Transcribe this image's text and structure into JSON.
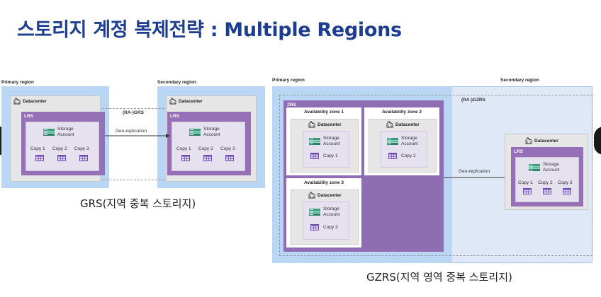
{
  "title": "스토리지 계정 복제전략 : Multiple Regions",
  "icons": {
    "datacenter": "building-icon",
    "storage_account": "storage-account-icon",
    "copy": "table-icon",
    "side_controls": "nav-circle"
  },
  "colors": {
    "title": "#1d3d8f",
    "primary_region_bg": "#b9d7f5",
    "secondary_region_bg": "#dfe8f7",
    "lrs": "#9670b6",
    "zrs": "#8e6db3"
  },
  "grs": {
    "primary_region_label": "Primary region",
    "secondary_region_label": "Secondary region",
    "replication_label": "(RA-)GRS",
    "arrow_label": "Geo-replication",
    "primary": {
      "datacenter_label": "Datacenter",
      "lrs_label": "LRS",
      "storage_account_line1": "Storage",
      "storage_account_line2": "Account",
      "copies": [
        "Copy 1",
        "Copy 2",
        "Copy 3"
      ]
    },
    "secondary": {
      "datacenter_label": "Datacenter",
      "lrs_label": "LRS",
      "storage_account_line1": "Storage",
      "storage_account_line2": "Account",
      "copies": [
        "Copy 1",
        "Copy 2",
        "Copy 3"
      ]
    },
    "caption": "GRS(지역 중복 스토리지)"
  },
  "gzrs": {
    "primary_region_label": "Primary region",
    "secondary_region_label": "Secondary region",
    "replication_label": "(RA-)GZRS",
    "arrow_label": "Geo-replication",
    "zrs_label": "ZRS",
    "zones": [
      {
        "title": "Availability zone 1",
        "datacenter_label": "Datacenter",
        "sa_line1": "Storage",
        "sa_line2": "Account",
        "copy": "Copy 1"
      },
      {
        "title": "Availability zone 2",
        "datacenter_label": "Datacenter",
        "sa_line1": "Storage",
        "sa_line2": "Account",
        "copy": "Copy 2"
      },
      {
        "title": "Availability zone 3",
        "datacenter_label": "Datacenter",
        "sa_line1": "Storage",
        "sa_line2": "Account",
        "copy": "Copy 3"
      }
    ],
    "secondary": {
      "datacenter_label": "Datacenter",
      "lrs_label": "LRS",
      "storage_account_line1": "Storage",
      "storage_account_line2": "Account",
      "copies": [
        "Copy 1",
        "Copy 2",
        "Copy 3"
      ]
    },
    "caption": "GZRS(지역 영역 중복 스토리지)"
  }
}
